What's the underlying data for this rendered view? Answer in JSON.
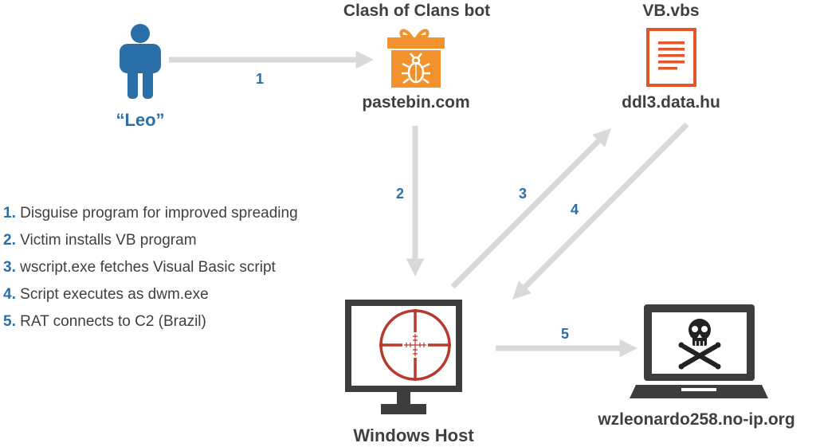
{
  "nodes": {
    "leo": {
      "label": "“Leo”"
    },
    "pastebin": {
      "top_label": "Clash of Clans bot",
      "label": "pastebin.com"
    },
    "ddl3": {
      "top_label": "VB.vbs",
      "label": "ddl3.data.hu"
    },
    "windows": {
      "label": "Windows Host"
    },
    "c2": {
      "label": "wzleonardo258.no-ip.org"
    }
  },
  "edges": [
    {
      "label": "1",
      "from": "leo",
      "to": "pastebin"
    },
    {
      "label": "2",
      "from": "pastebin",
      "to": "windows"
    },
    {
      "label": "3",
      "from": "windows",
      "to": "ddl3"
    },
    {
      "label": "4",
      "from": "ddl3",
      "to": "windows"
    },
    {
      "label": "5",
      "from": "windows",
      "to": "c2"
    }
  ],
  "legend": [
    {
      "num": "1.",
      "text": "Disguise program for improved spreading"
    },
    {
      "num": "2.",
      "text": "Victim installs VB program"
    },
    {
      "num": "3.",
      "text": "wscript.exe fetches Visual Basic script"
    },
    {
      "num": "4.",
      "text": "Script executes as dwm.exe"
    },
    {
      "num": "5.",
      "text": "RAT connects to C2 (Brazil)"
    }
  ],
  "colors": {
    "person": "#2a6fa8",
    "gift": "#f2922c",
    "document": "#e0572b",
    "crosshair": "#b63a2e",
    "device": "#3d3d3d",
    "arrow": "#d9d9d9",
    "label_text": "#404040",
    "number_text": "#2a6fa8"
  },
  "icons": [
    "person-icon",
    "gift-bug-icon",
    "document-icon",
    "monitor-crosshair-icon",
    "laptop-skull-icon"
  ]
}
